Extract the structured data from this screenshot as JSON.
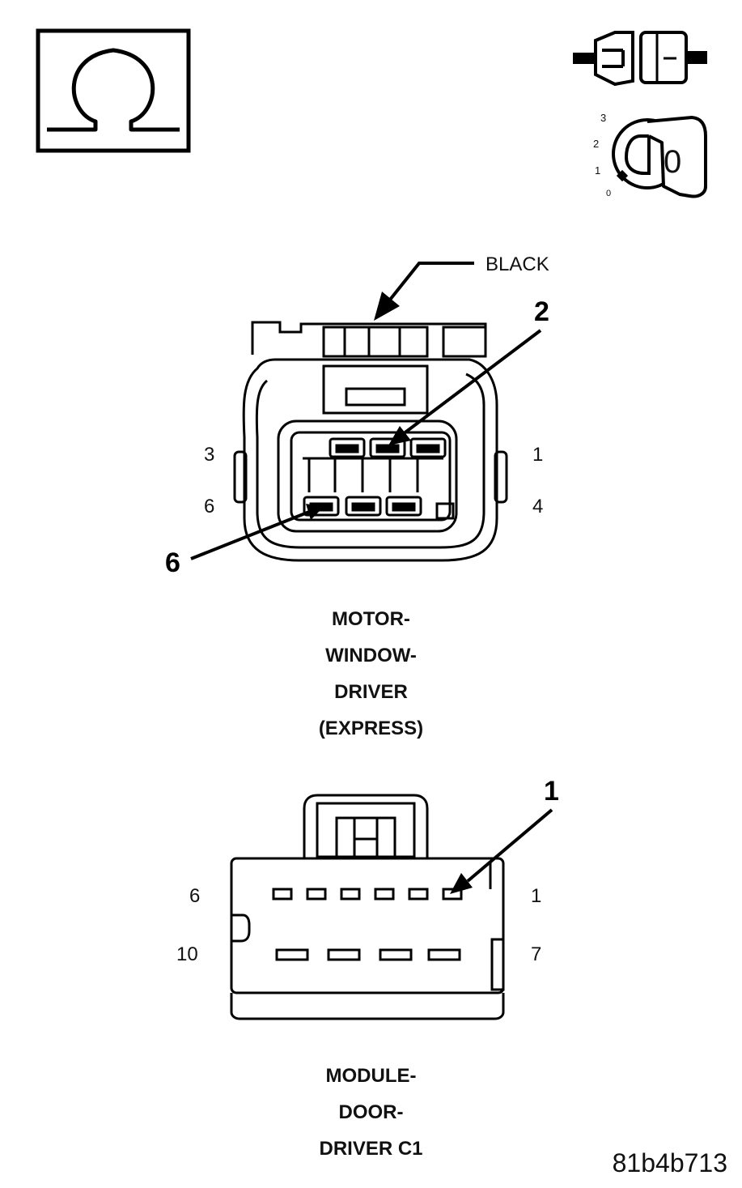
{
  "ohmmeter": {
    "symbol": "Ω"
  },
  "ignition_switch": {
    "positions": [
      "3",
      "2",
      "1",
      "0"
    ],
    "key_label": "0"
  },
  "connector_motor": {
    "color_label": "BLACK",
    "pin_labels": {
      "top_left": "3",
      "top_right": "1",
      "bottom_left": "6",
      "bottom_right": "4"
    },
    "callouts": [
      "2",
      "6"
    ],
    "caption": [
      "MOTOR-",
      "WINDOW-",
      "DRIVER",
      "(EXPRESS)"
    ]
  },
  "connector_module": {
    "pin_labels": {
      "top_left": "6",
      "top_right": "1",
      "bottom_left": "10",
      "bottom_right": "7"
    },
    "callouts": [
      "1"
    ],
    "caption": [
      "MODULE-",
      "DOOR-",
      "DRIVER C1"
    ]
  },
  "figure_id": "81b4b713"
}
